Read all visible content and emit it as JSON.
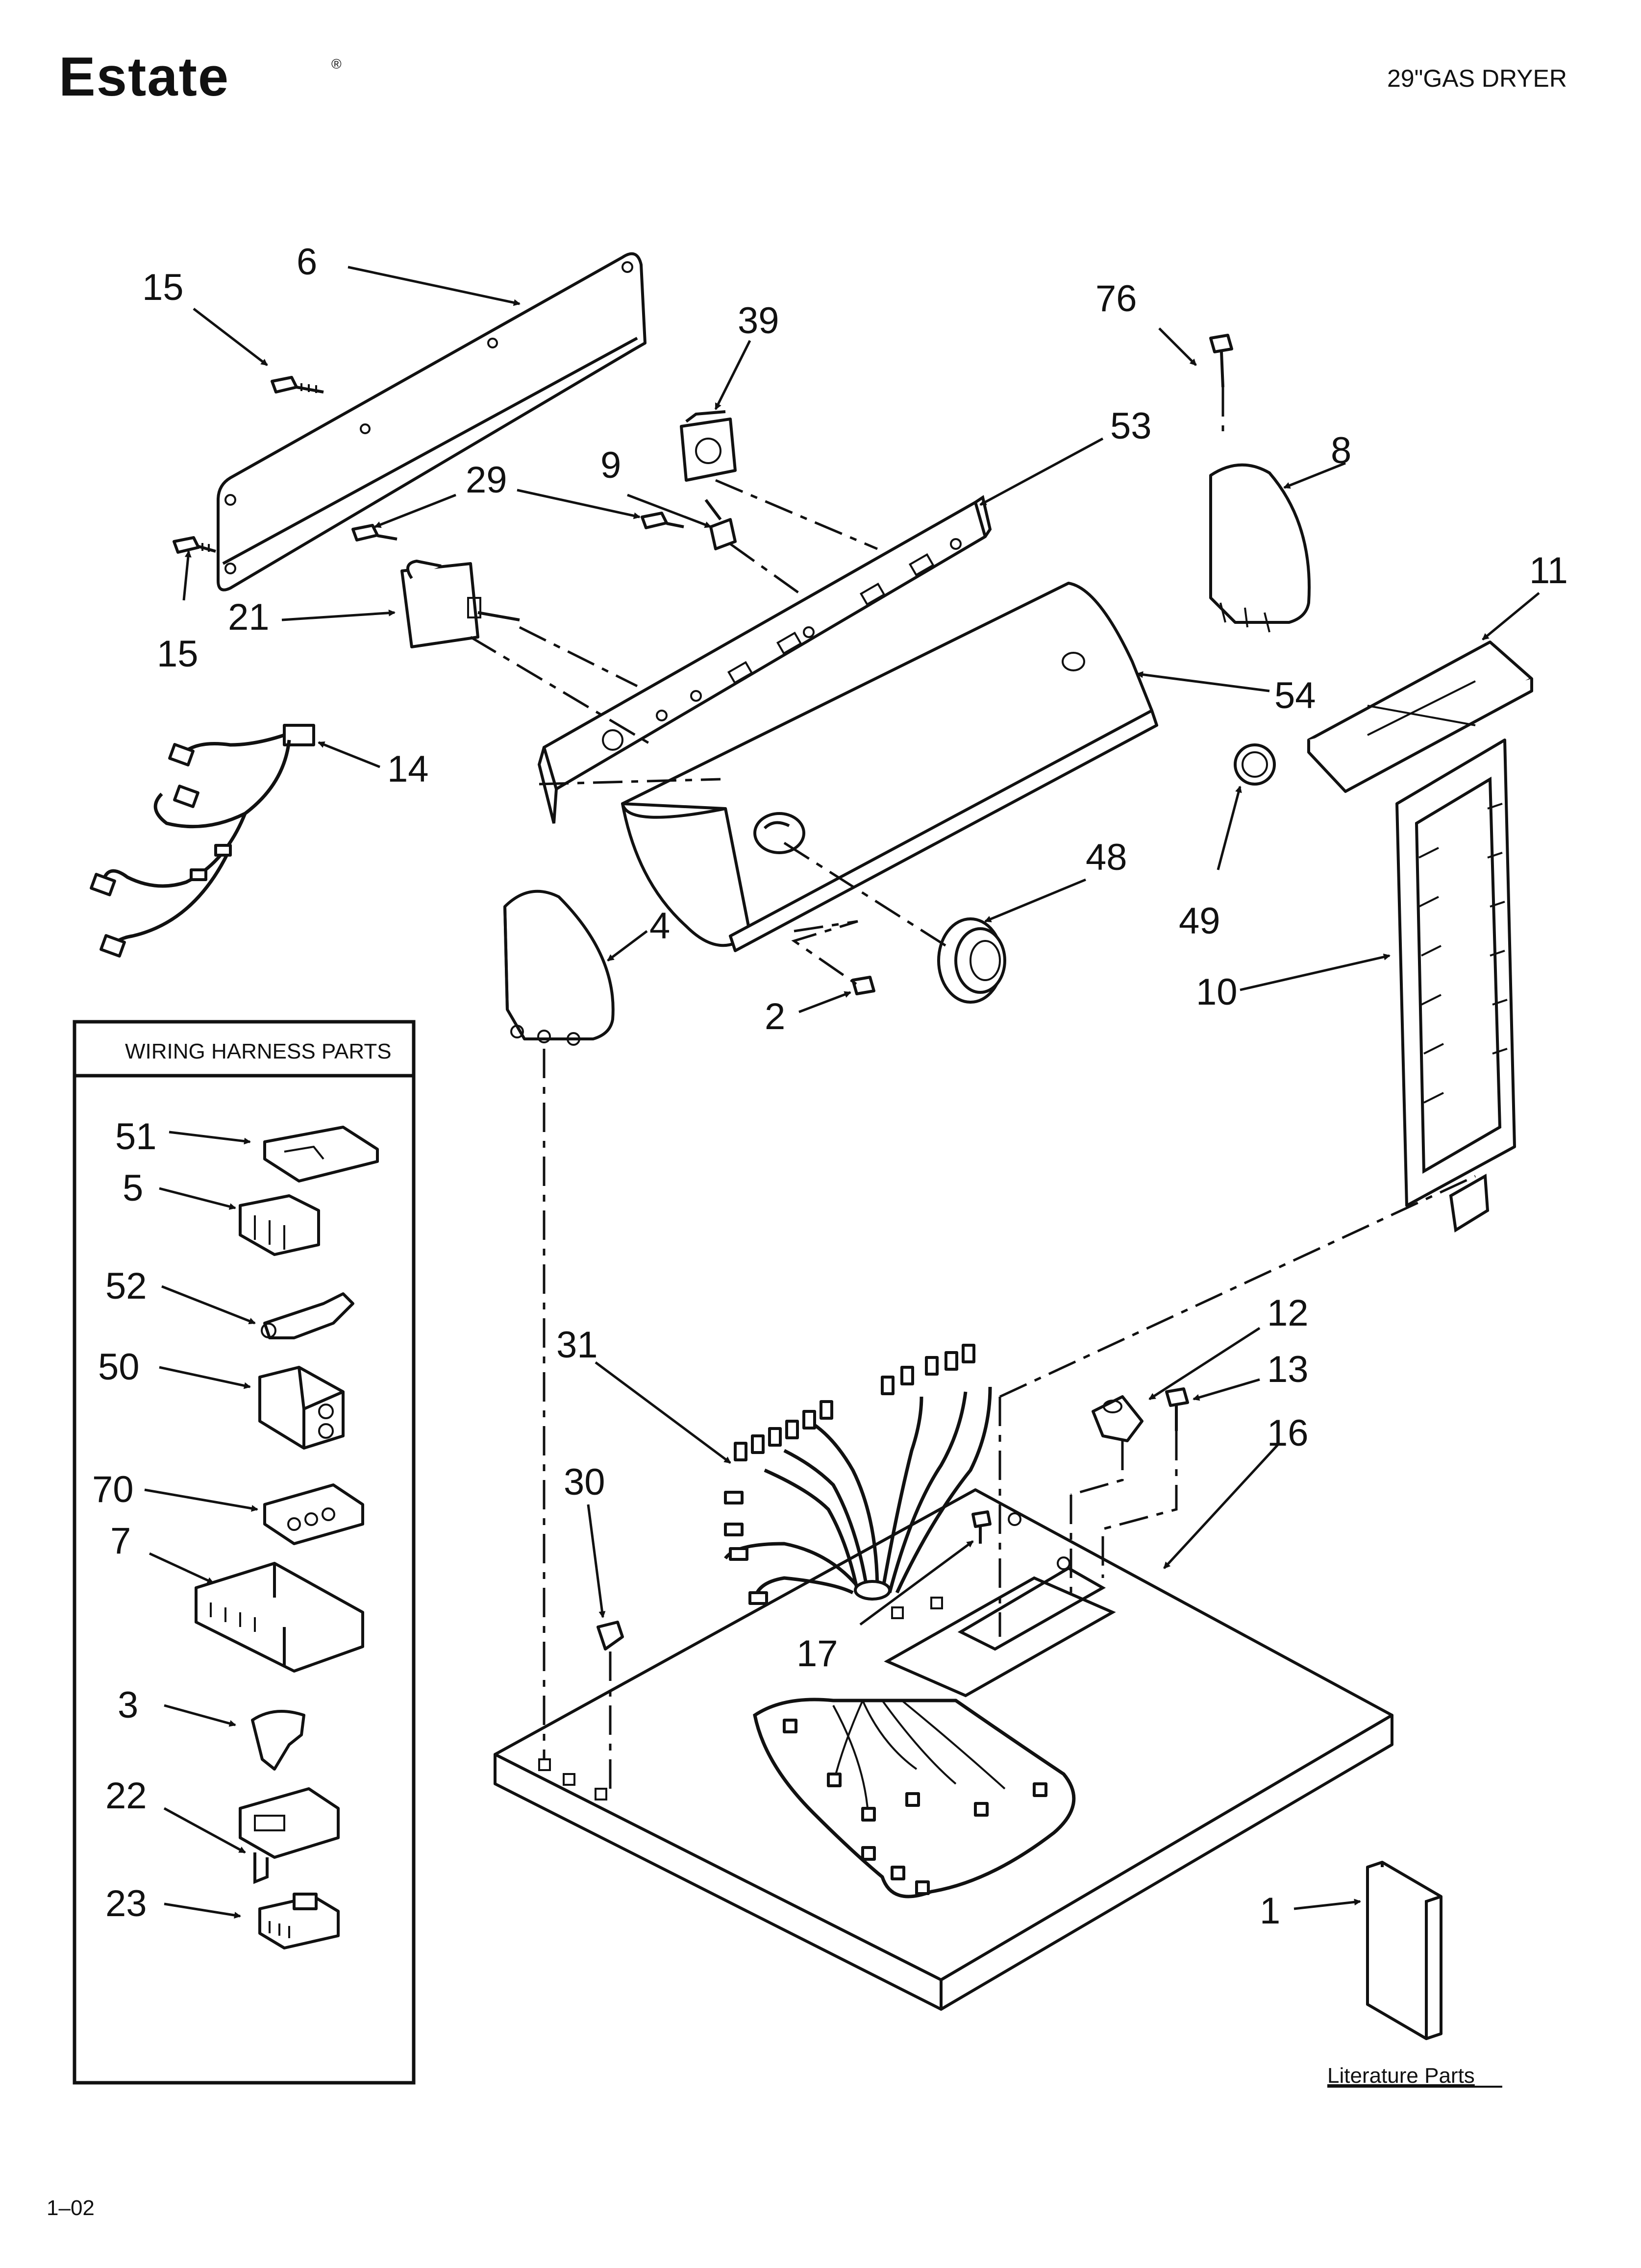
{
  "header": {
    "brand": "Estate",
    "registered_mark": "®",
    "model_title": "29\"GAS DRYER"
  },
  "wiring_box": {
    "title": "WIRING HARNESS PARTS"
  },
  "literature": {
    "label": "Literature Parts"
  },
  "footer": {
    "code": "1–02"
  },
  "callouts": [
    {
      "label": "6"
    },
    {
      "label": "15"
    },
    {
      "label": "39"
    },
    {
      "label": "76"
    },
    {
      "label": "53"
    },
    {
      "label": "8"
    },
    {
      "label": "9"
    },
    {
      "label": "29"
    },
    {
      "label": "15"
    },
    {
      "label": "21"
    },
    {
      "label": "11"
    },
    {
      "label": "54"
    },
    {
      "label": "14"
    },
    {
      "label": "48"
    },
    {
      "label": "49"
    },
    {
      "label": "4"
    },
    {
      "label": "10"
    },
    {
      "label": "2"
    },
    {
      "label": "51"
    },
    {
      "label": "5"
    },
    {
      "label": "52"
    },
    {
      "label": "50"
    },
    {
      "label": "70"
    },
    {
      "label": "7"
    },
    {
      "label": "3"
    },
    {
      "label": "22"
    },
    {
      "label": "23"
    },
    {
      "label": "31"
    },
    {
      "label": "30"
    },
    {
      "label": "12"
    },
    {
      "label": "13"
    },
    {
      "label": "16"
    },
    {
      "label": "17"
    },
    {
      "label": "1"
    }
  ]
}
